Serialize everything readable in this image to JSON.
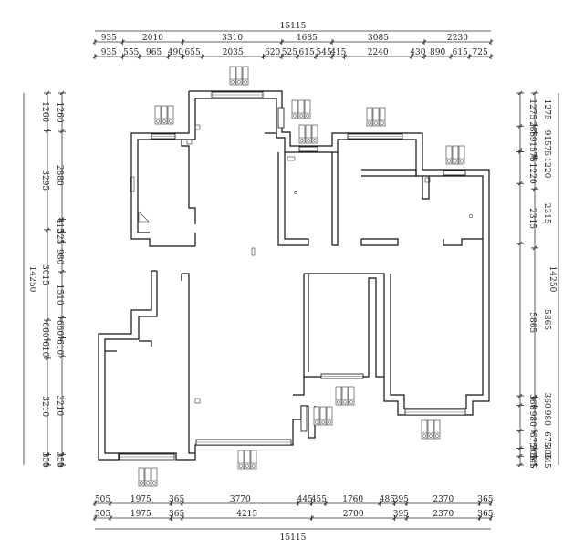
{
  "dimensions": {
    "top_total": "15115",
    "top_row1": [
      "935",
      "2010",
      "3310",
      "1685",
      "3085",
      "2230"
    ],
    "top_row2": [
      "935",
      "555",
      "965",
      "490",
      "655",
      "2035",
      "620",
      "525",
      "615",
      "545",
      "415",
      "2240",
      "430",
      "890",
      "615",
      "725"
    ],
    "bottom_total": "15115",
    "bottom_row1": [
      "505",
      "1975",
      "365",
      "3770",
      "445",
      "455",
      "1760",
      "485",
      "395",
      "2370",
      "365"
    ],
    "bottom_row2": [
      "505",
      "1975",
      "365",
      "4215",
      "2700",
      "395",
      "2370",
      "365"
    ],
    "left_total": "14250",
    "left_row1": [
      "1260",
      "2880",
      "415",
      "325",
      "980",
      "1510",
      "660",
      "610",
      "3210",
      "350"
    ],
    "left_row2": [
      "1260",
      "3295",
      "3015",
      "660",
      "610",
      "3210",
      "350"
    ],
    "right_total": "14250",
    "right_row1": [
      "1275",
      "285",
      "915",
      "75",
      "1220",
      "2315",
      "5865",
      "360",
      "980",
      "675",
      "305",
      "345"
    ],
    "right_row2": [
      "1275",
      "915",
      "75",
      "1220",
      "2315",
      "5865",
      "360",
      "980",
      "675",
      "305",
      "345"
    ]
  }
}
